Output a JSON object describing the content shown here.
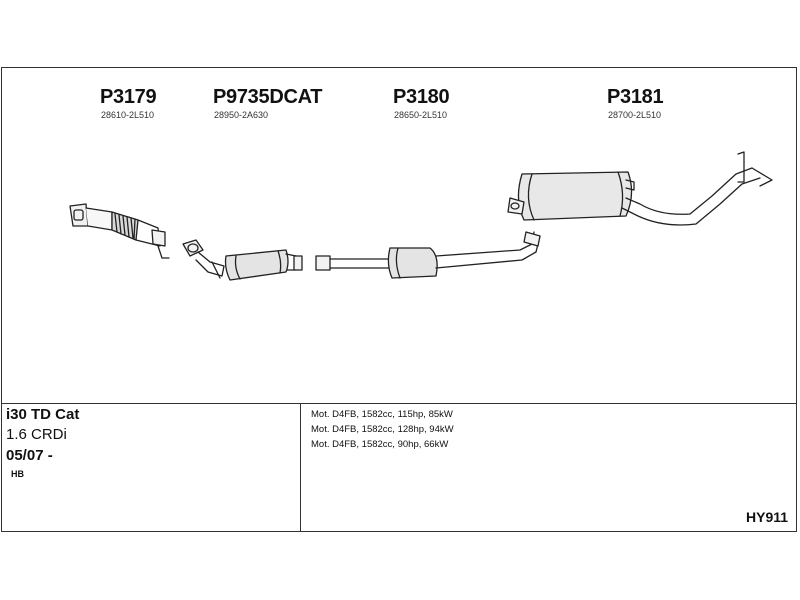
{
  "parts": [
    {
      "id": "P3179",
      "oem": "28610-2L510"
    },
    {
      "id": "P9735DCAT",
      "oem": "28950-2A630"
    },
    {
      "id": "P3180",
      "oem": "28650-2L510"
    },
    {
      "id": "P3181",
      "oem": "28700-2L510"
    }
  ],
  "vehicle": {
    "model": "i30 TD Cat",
    "engine": "1.6 CRDi",
    "date_from": "05/07 -",
    "body": "HB"
  },
  "engines": [
    "Mot. D4FB, 1582cc, 115hp, 85kW",
    "Mot. D4FB, 1582cc, 128hp, 94kW",
    "Mot. D4FB, 1582cc, 90hp, 66kW"
  ],
  "kit_code": "HY911"
}
